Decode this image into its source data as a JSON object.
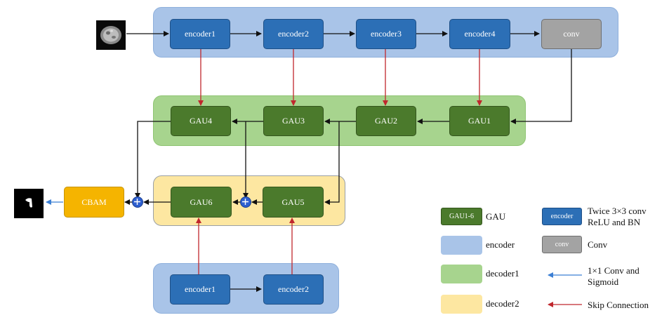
{
  "nodes": {
    "enc1_top": "encoder1",
    "enc2_top": "encoder2",
    "enc3_top": "encoder3",
    "enc4_top": "encoder4",
    "conv_top": "conv",
    "gau4": "GAU4",
    "gau3": "GAU3",
    "gau2": "GAU2",
    "gau1": "GAU1",
    "gau6": "GAU6",
    "gau5": "GAU5",
    "cbam": "CBAM",
    "enc1_bottom": "encoder1",
    "enc2_bottom": "encoder2"
  },
  "legend": {
    "gau_swatch": "GAU1-6",
    "gau_label": "GAU",
    "encoder_swatch_label": "encoder",
    "decoder1_label": "decoder1",
    "decoder2_label": "decoder2",
    "encoder_node_swatch": "encoder",
    "encoder_node_desc_line1": "Twice 3×3 conv",
    "encoder_node_desc_line2": "ReLU and BN",
    "conv_swatch": "conv",
    "conv_desc": "Conv",
    "blue_arrow_desc_line1": "1×1 Conv and",
    "blue_arrow_desc_line2": "Sigmoid",
    "red_arrow_desc": "Skip Connection"
  },
  "colors": {
    "encoder_panel": "#a9c4e8",
    "decoder1_panel": "#a7d48e",
    "decoder2_panel": "#fde7a1",
    "encoder_node": "#2c6fb6",
    "gau_node": "#4b7a2c",
    "conv_node": "#a3a3a3",
    "cbam_node": "#f5b400",
    "skip_arrow": "#c0272d",
    "sigmoid_arrow": "#3b7fd4",
    "flow_arrow": "#111111"
  }
}
